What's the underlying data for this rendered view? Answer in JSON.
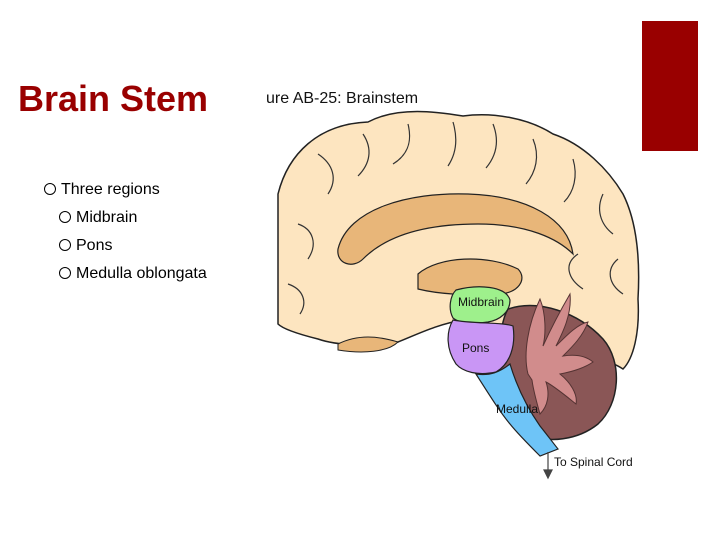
{
  "slide": {
    "title": "Brain Stem",
    "accent_color": "#990000",
    "bullets": [
      {
        "text": "Three regions",
        "level": 1
      },
      {
        "text": "Midbrain",
        "level": 2
      },
      {
        "text": "Pons",
        "level": 2
      },
      {
        "text": "Medulla oblongata",
        "level": 2
      }
    ]
  },
  "figure": {
    "caption": "ure AB-25: Brainstem",
    "labels": {
      "midbrain": "Midbrain",
      "pons": "Pons",
      "medulla": "Medulla",
      "spinal": "To Spinal Cord"
    },
    "colors": {
      "cerebrum": "#fde5c0",
      "folds": "#e8b679",
      "midbrain": "#9ef08c",
      "pons": "#c996f5",
      "medulla": "#6ec4f7",
      "cerebellum": "#8a5656",
      "arbor": "#d18c8c"
    }
  }
}
